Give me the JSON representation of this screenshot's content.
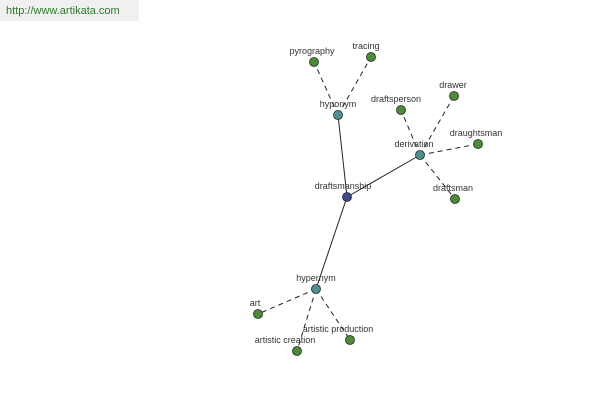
{
  "site": {
    "url": "http://www.artikata.com"
  },
  "graph": {
    "center": "draftsmanship",
    "colors": {
      "center_node": "#3d4a8f",
      "relation_node": "#4f8f91",
      "leaf_node": "#4e8a3a",
      "edge": "#222222"
    },
    "relations": [
      {
        "name": "hyponym",
        "targets": [
          "pyrography",
          "tracing"
        ]
      },
      {
        "name": "derivation",
        "targets": [
          "draftsperson",
          "drawer",
          "draughtsman",
          "draftsman"
        ]
      },
      {
        "name": "hypernym",
        "targets": [
          "art",
          "artistic creation",
          "artistic production"
        ]
      }
    ]
  }
}
